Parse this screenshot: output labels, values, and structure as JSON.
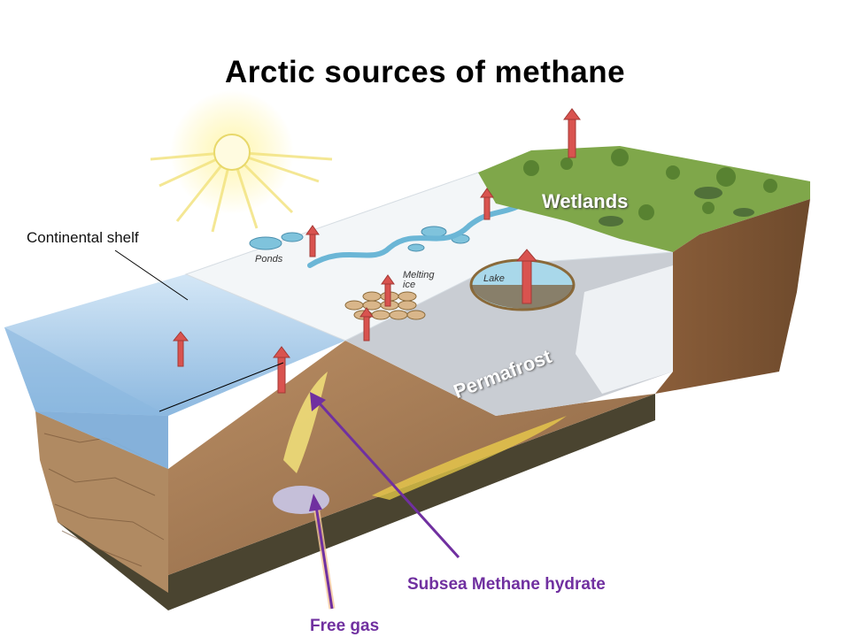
{
  "title": "Arctic sources of methane",
  "labels": {
    "continental_shelf": "Continental shelf",
    "wetlands": "Wetlands",
    "permafrost": "Permafrost",
    "subsea_hydrate": "Subsea Methane hydrate",
    "free_gas": "Free gas",
    "ponds": "Ponds",
    "melting_ice_line1": "Melting",
    "melting_ice_line2": "ice",
    "lake": "Lake"
  },
  "colors": {
    "annotation_purple": "#7030a0",
    "methane_arrow": "#d9534f",
    "sea": "#9cc6e6",
    "sediment": "#a97c55",
    "wetland_green": "#7fa74a",
    "permafrost_grey": "#c9cdd3"
  }
}
